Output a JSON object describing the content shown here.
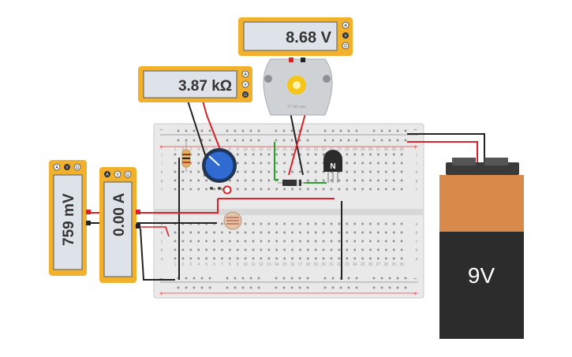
{
  "meters": {
    "voltage_top": {
      "reading": "8.68 V",
      "modes": [
        "A",
        "V",
        "Ω"
      ]
    },
    "resistance": {
      "reading": "3.87 kΩ",
      "modes": [
        "A",
        "V",
        "Ω"
      ]
    },
    "voltage_left": {
      "reading": "759 mV",
      "modes": [
        "A",
        "V",
        "Ω"
      ]
    },
    "current": {
      "reading": "0.00 A",
      "modes": [
        "A",
        "V",
        "Ω"
      ]
    }
  },
  "motor": {
    "label": "1T149 rpm"
  },
  "transistor": {
    "label": "N"
  },
  "battery": {
    "label": "9V"
  },
  "breadboard": {
    "row_letters_top": [
      "j",
      "i",
      "h",
      "g",
      "f"
    ],
    "row_letters_bottom": [
      "e",
      "d",
      "c",
      "b",
      "a"
    ],
    "rail_plus": "+",
    "rail_minus": "−",
    "column_numbers": [
      "1",
      "2",
      "3",
      "4",
      "5",
      "6",
      "7",
      "8",
      "9",
      "10",
      "11",
      "12",
      "13",
      "14",
      "15",
      "16",
      "17",
      "18",
      "19",
      "20",
      "21",
      "22",
      "23",
      "24",
      "25",
      "26",
      "27",
      "28",
      "29",
      "30"
    ]
  },
  "colors": {
    "meter_frame": "#f2b12d",
    "meter_screen": "#dde3e8",
    "board": "#e9e9e9",
    "rail_red": "#e2433d",
    "wire_red": "#d8232a",
    "wire_black": "#222222",
    "wire_green": "#2aa02a",
    "battery_orange": "#d98a4a",
    "battery_black": "#2c2c2c"
  }
}
